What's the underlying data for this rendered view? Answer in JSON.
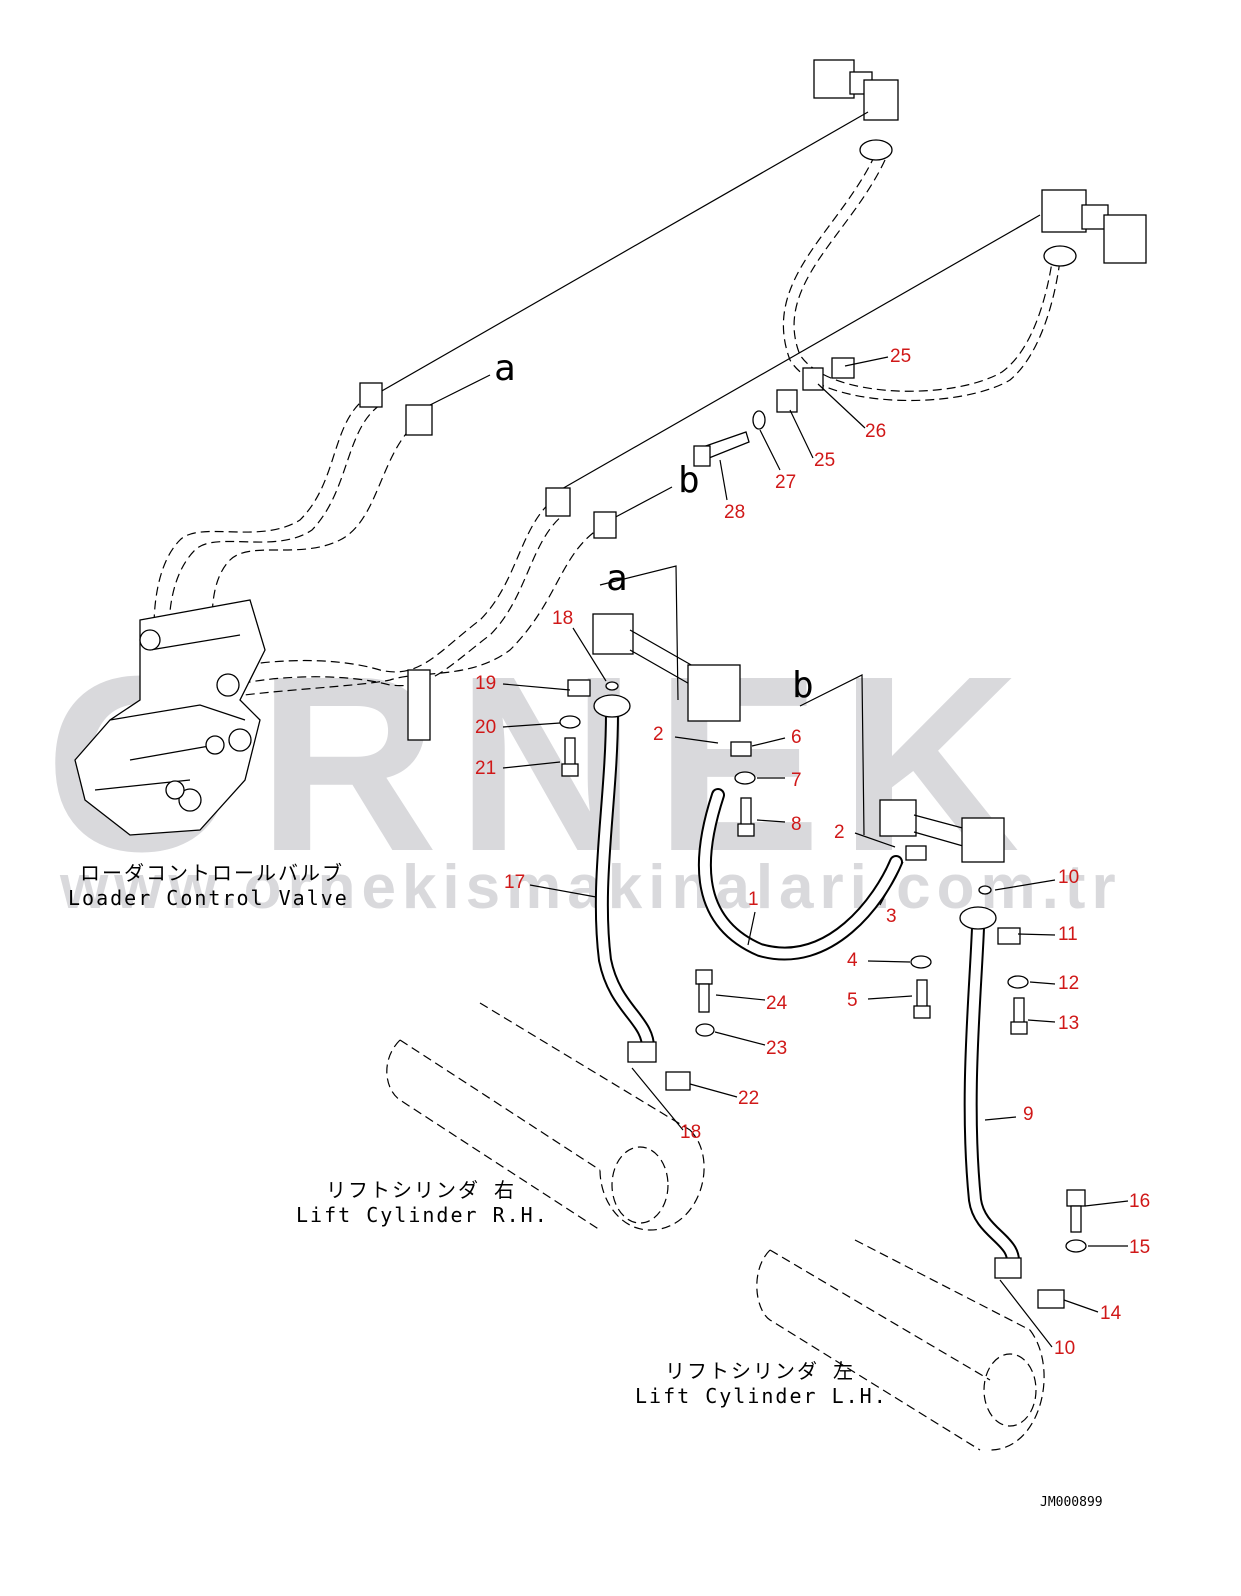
{
  "watermark": {
    "brand": "ORNEK",
    "url": "www.ornekismakinalari.com.tr"
  },
  "labels": {
    "loader_valve_jp": "ローダコントロールバルブ",
    "loader_valve_en": "Loader Control Valve",
    "lift_rh_jp": "リフトシリンダ 右",
    "lift_rh_en": "Lift Cylinder R.H.",
    "lift_lh_jp": "リフトシリンダ 左",
    "lift_lh_en": "Lift Cylinder L.H.",
    "drawing_code": "JM000899"
  },
  "view_letters": [
    "a",
    "b",
    "a",
    "b"
  ],
  "callouts": [
    "25",
    "26",
    "25",
    "27",
    "28",
    "18",
    "19",
    "20",
    "21",
    "2",
    "6",
    "7",
    "8",
    "2",
    "3",
    "10",
    "17",
    "1",
    "11",
    "4",
    "12",
    "5",
    "24",
    "13",
    "23",
    "22",
    "9",
    "18",
    "16",
    "15",
    "14",
    "10"
  ],
  "colors": {
    "callout": "#d01818",
    "watermark": "#d9d9dc"
  }
}
